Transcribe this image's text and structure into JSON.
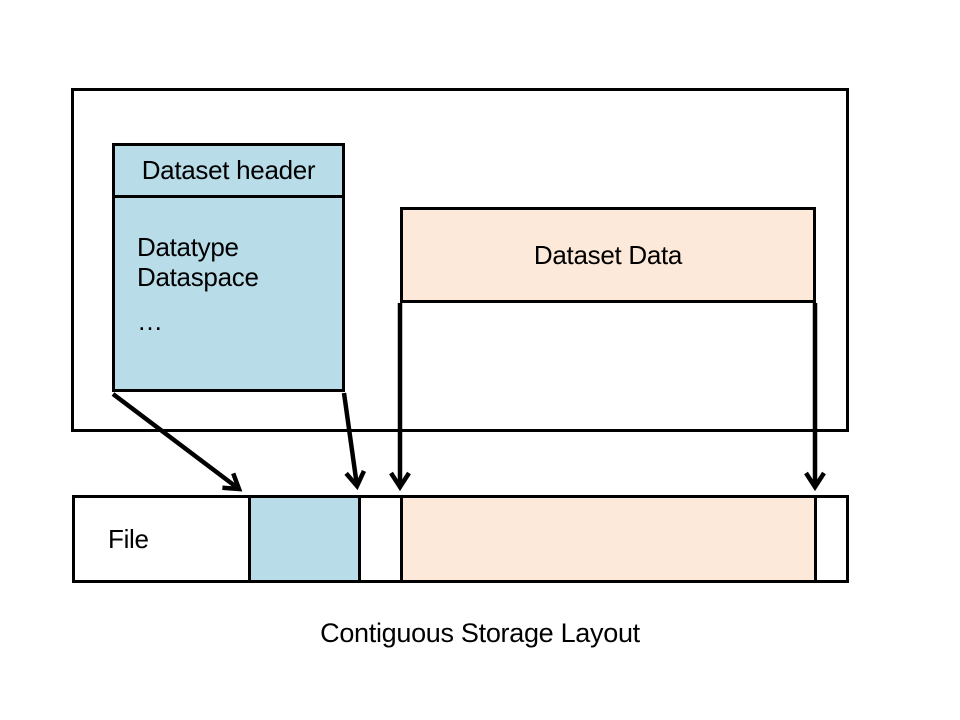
{
  "diagram": {
    "caption": "Contiguous Storage Layout",
    "header_box": {
      "title": "Dataset header",
      "lines": [
        "Datatype",
        "Dataspace",
        "…"
      ]
    },
    "data_box": {
      "label": "Dataset Data"
    },
    "file_box": {
      "label": "File"
    },
    "colors": {
      "header_fill": "#b8dce8",
      "data_fill": "#fde9d9",
      "outline": "#000000"
    }
  }
}
